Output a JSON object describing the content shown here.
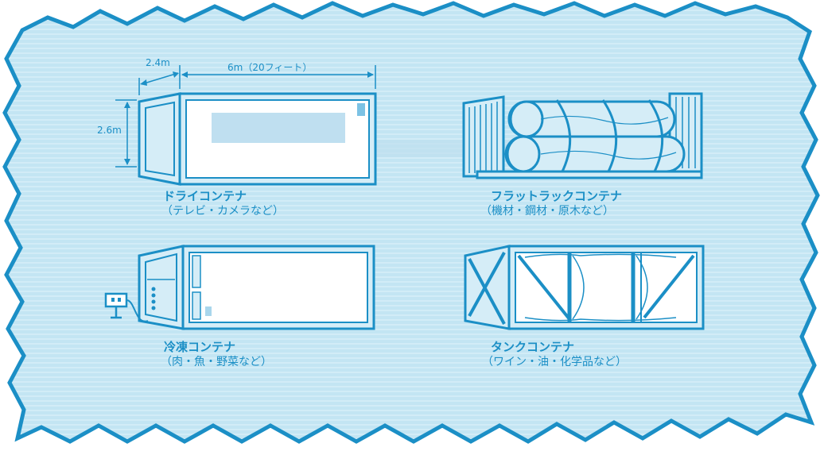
{
  "dimensions": {
    "width_label": "2.4m",
    "length_label": "6m（20フィート）",
    "height_label": "2.6m"
  },
  "containers": [
    {
      "name": "ドライコンテナ",
      "examples": "（テレビ・カメラなど）"
    },
    {
      "name": "フラットラックコンテナ",
      "examples": "（機材・鋼材・原木など）"
    },
    {
      "name": "冷凍コンテナ",
      "examples": "（肉・魚・野菜など）"
    },
    {
      "name": "タンクコンテナ",
      "examples": "（ワイン・油・化学品など）"
    }
  ],
  "colors": {
    "line": "#1b8fc6",
    "panel_fill": "#d5edf7",
    "paper_bg": "#bfe3f2",
    "stripe": "#cbe9f5"
  }
}
